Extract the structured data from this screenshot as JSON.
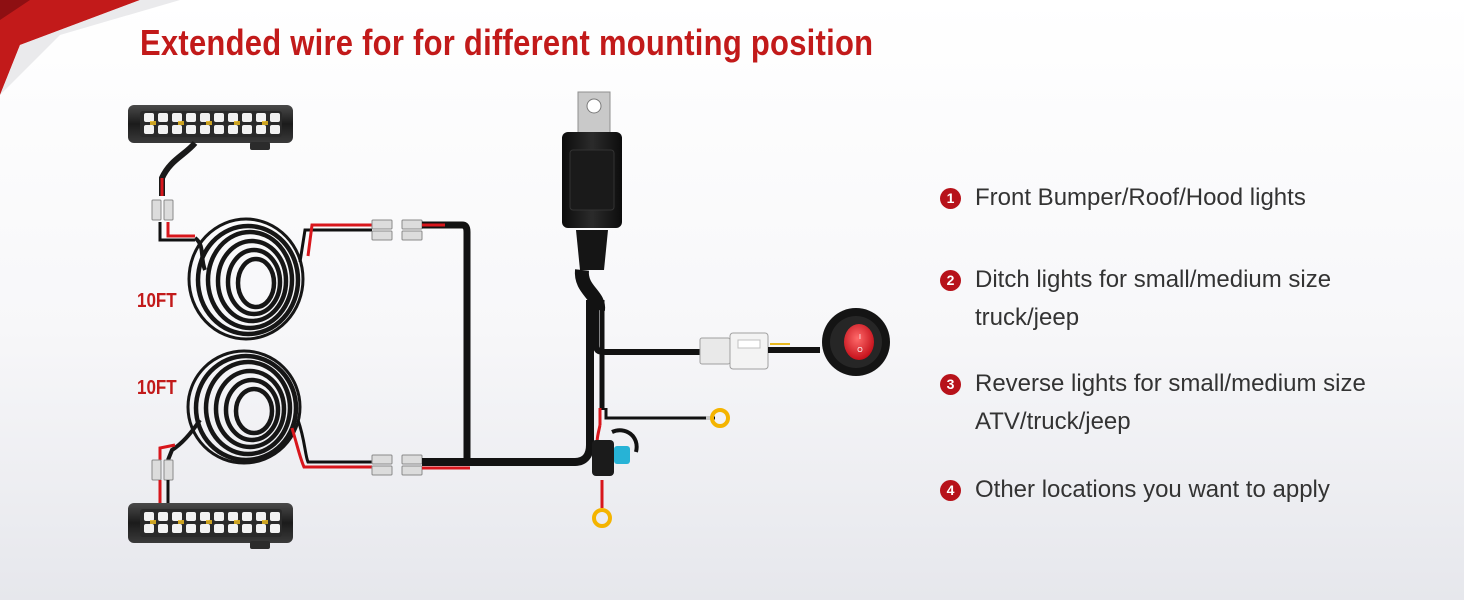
{
  "title": "Extended wire for for different mounting position",
  "lengths": {
    "upper": "10FT",
    "lower": "10FT"
  },
  "usage": [
    {
      "number": "1",
      "lines": [
        "Front Bumper/Roof/Hood lights"
      ]
    },
    {
      "number": "2",
      "lines": [
        "Ditch lights for small/medium size",
        "truck/jeep"
      ]
    },
    {
      "number": "3",
      "lines": [
        "Reverse lights for small/medium size",
        "ATV/truck/jeep"
      ]
    },
    {
      "number": "4",
      "lines": [
        "Other locations you want to apply"
      ]
    }
  ],
  "icons": {
    "light_bar": "led-light-bar-icon",
    "coil": "coiled-extension-cable-icon",
    "relay": "relay-icon",
    "switch": "rocker-switch-icon",
    "fuse": "fuse-holder-icon",
    "terminal": "ring-terminal-icon",
    "connector": "connector-plug-icon"
  },
  "colors": {
    "accent": "#c21a1a",
    "badge": "#b7121a",
    "text": "#333333",
    "wire_red": "#d8161c",
    "fuse_blue": "#27b3d6",
    "ring": "#f4b400"
  }
}
